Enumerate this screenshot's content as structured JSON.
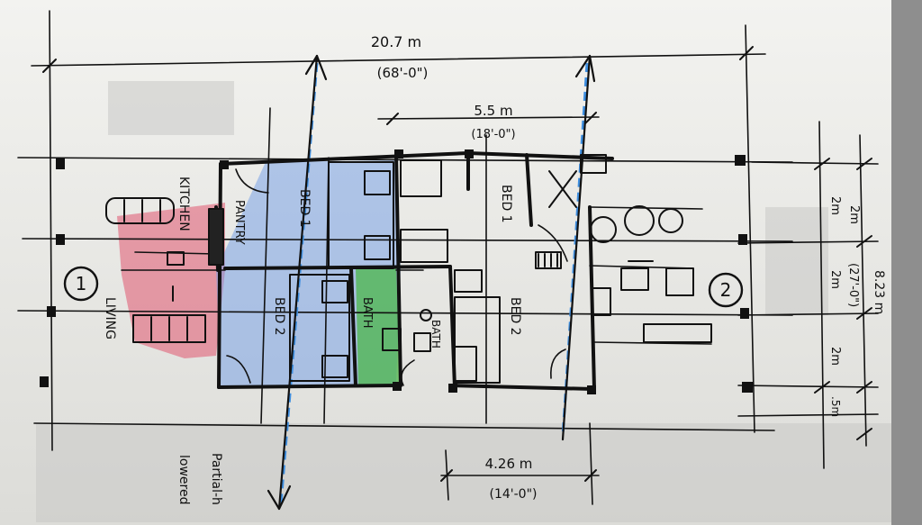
{
  "dimensions": {
    "overall_width": "20.7 m",
    "overall_width_imperial": "(68'-0\")",
    "bay_top": "5.5 m",
    "bay_top_imperial": "(18'-0\")",
    "bay_bottom": "4.26 m",
    "bay_bottom_imperial": "(14'-0\")",
    "depth": "8.23 m",
    "depth_imperial": "(27'-0\")",
    "module_a": "2m",
    "module_b": "2m",
    "module_c": "2m",
    "module_d": "2m",
    "module_e": ".5m"
  },
  "rooms": {
    "kitchen": "KITCHEN",
    "pantry": "PANTRY",
    "bed_1": "BED 1",
    "bed_2_left": "BED 2",
    "bath_left": "BATH",
    "bath_right": "BATH",
    "bed_1_right": "BED 1",
    "bed_2_right": "BED 2",
    "living": "LIVING"
  },
  "markers": {
    "unit_1": "1",
    "unit_2": "2"
  },
  "notes": {
    "partial_wall": "Partial-h",
    "lowered": "lowered"
  },
  "colors": {
    "paper": "#ebebe6",
    "ink": "#111111",
    "kitchen_fill": "#e0566f",
    "bedroom_fill": "#6f9be6",
    "bath_fill": "#45b53f",
    "axis_line": "#3f8fe0"
  }
}
